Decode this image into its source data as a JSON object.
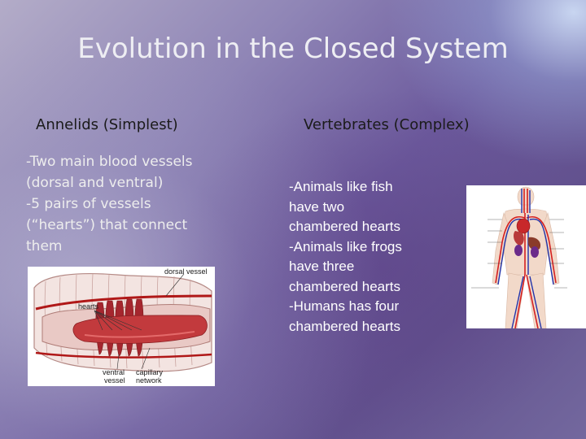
{
  "slide": {
    "title": "Evolution in the Closed System",
    "left": {
      "heading": "Annelids (Simplest)",
      "lines": [
        "-Two main blood vessels",
        "(dorsal and ventral)",
        "-5 pairs of vessels",
        "(“hearts”) that connect",
        "them"
      ],
      "diagram_labels": {
        "dorsal": "dorsal vessel",
        "hearts": "hearts",
        "ventral_1": "ventral",
        "ventral_2": "vessel",
        "capillary_1": "capillary",
        "capillary_2": "network"
      }
    },
    "right": {
      "heading": "Vertebrates (Complex)",
      "lines": [
        "-Animals like fish",
        "have two",
        "chambered hearts",
        "-Animals like frogs",
        "have three",
        "chambered hearts",
        "-Humans has four",
        "chambered hearts"
      ]
    }
  },
  "colors": {
    "background": "#6c5a9d",
    "title": "#eeeef3",
    "heading": "#1b1b1b",
    "body_text": "#ffffff",
    "artery": "#d42020",
    "vein": "#2233aa"
  },
  "icons": [
    "earthworm-diagram",
    "human-circulatory-diagram"
  ]
}
